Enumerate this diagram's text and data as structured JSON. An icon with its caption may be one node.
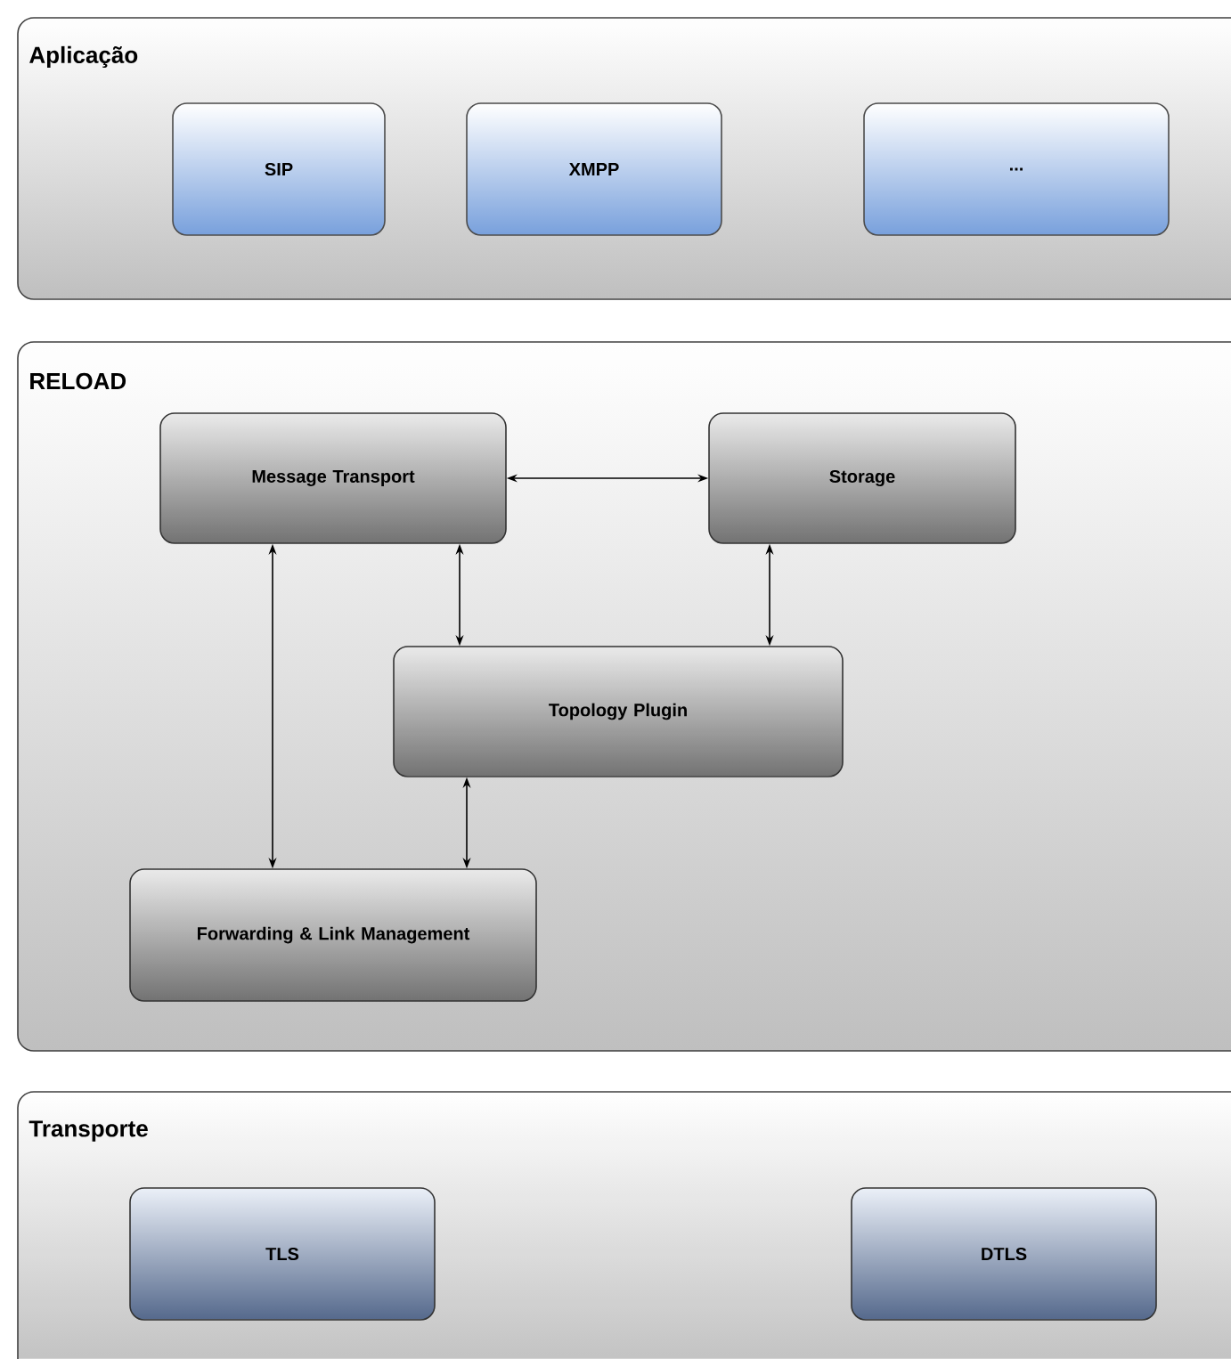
{
  "diagram": {
    "nodes": [
      {
        "text": [
          "Aplicação"
        ]
      },
      {
        "text": [
          "SIP"
        ],
        "in": 0
      },
      {
        "text": [
          "XMPP"
        ],
        "in": 0
      },
      {
        "text": [
          "..."
        ],
        "in": 0
      },
      {
        "text": [
          "RELOAD"
        ]
      },
      {
        "text": [
          "Message Transport"
        ],
        "in": 4
      },
      {
        "text": [
          "Storage"
        ],
        "in": 4
      },
      {
        "text": [
          "Topology Plugin"
        ],
        "in": 4
      },
      {
        "text": [
          "Forwarding & Link Management"
        ],
        "in": 4
      },
      {
        "text": [
          "Transporte"
        ]
      },
      {
        "text": [
          "TLS"
        ],
        "in": 9
      },
      {
        "text": [
          "DTLS"
        ],
        "in": 9
      }
    ],
    "edges": [
      {
        "from": 5,
        "to": 6,
        "arrow": "both"
      },
      {
        "from": 5,
        "to": 8,
        "arrow": "both"
      },
      {
        "from": 5,
        "to": 7,
        "arrow": "both"
      },
      {
        "from": 6,
        "to": 7,
        "arrow": "both"
      },
      {
        "from": 7,
        "to": 8,
        "arrow": "both"
      }
    ]
  }
}
